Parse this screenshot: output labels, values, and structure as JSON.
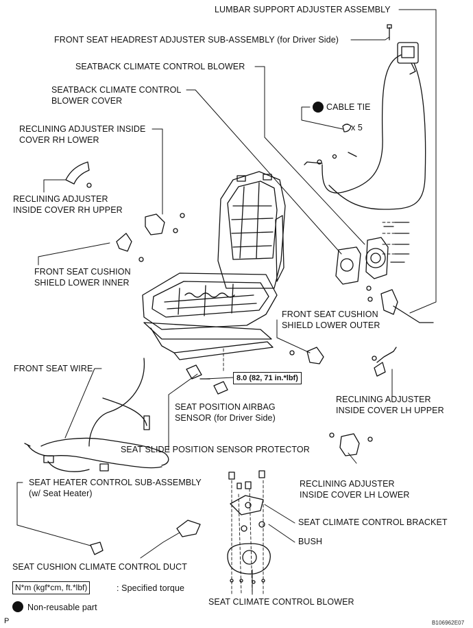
{
  "labels": {
    "lumbar": "LUMBAR SUPPORT ADJUSTER ASSEMBLY",
    "headrest": "FRONT SEAT HEADREST ADJUSTER SUB-ASSEMBLY (for Driver Side)",
    "seatback_blower": "SEATBACK CLIMATE CONTROL BLOWER",
    "seatback_cover_1": "SEATBACK CLIMATE CONTROL",
    "seatback_cover_2": "BLOWER COVER",
    "cable_tie": "CABLE TIE",
    "cable_tie_qty": "x 5",
    "recl_rh_lower_1": "RECLINING ADJUSTER INSIDE",
    "recl_rh_lower_2": "COVER RH LOWER",
    "recl_rh_upper_1": "RECLINING ADJUSTER",
    "recl_rh_upper_2": "INSIDE COVER RH UPPER",
    "shield_inner_1": "FRONT SEAT CUSHION",
    "shield_inner_2": "SHIELD LOWER INNER",
    "shield_outer_1": "FRONT SEAT CUSHION",
    "shield_outer_2": "SHIELD LOWER OUTER",
    "seat_wire": "FRONT SEAT WIRE",
    "torque_value": "8.0 (82, 71 in.*lbf)",
    "airbag_1": "SEAT POSITION AIRBAG",
    "airbag_2": "SENSOR (for Driver Side)",
    "recl_lh_upper_1": "RECLINING ADJUSTER",
    "recl_lh_upper_2": "INSIDE COVER LH UPPER",
    "slide_protector": "SEAT SLIDE POSITION SENSOR PROTECTOR",
    "heater_1": "SEAT HEATER CONTROL SUB-ASSEMBLY",
    "heater_2": "(w/ Seat Heater)",
    "recl_lh_lower_1": "RECLINING ADJUSTER",
    "recl_lh_lower_2": "INSIDE COVER LH LOWER",
    "climate_bracket": "SEAT CLIMATE CONTROL BRACKET",
    "bush": "BUSH",
    "cushion_duct": "SEAT CUSHION CLIMATE CONTROL DUCT",
    "climate_blower": "SEAT CLIMATE CONTROL BLOWER"
  },
  "legend": {
    "torque_units": "N*m (kgf*cm, ft.*lbf)",
    "torque_text": ": Specified torque",
    "nonreusable_text": "Non-reusable part"
  },
  "corner": {
    "letter": "P",
    "code": "B106962E07"
  }
}
